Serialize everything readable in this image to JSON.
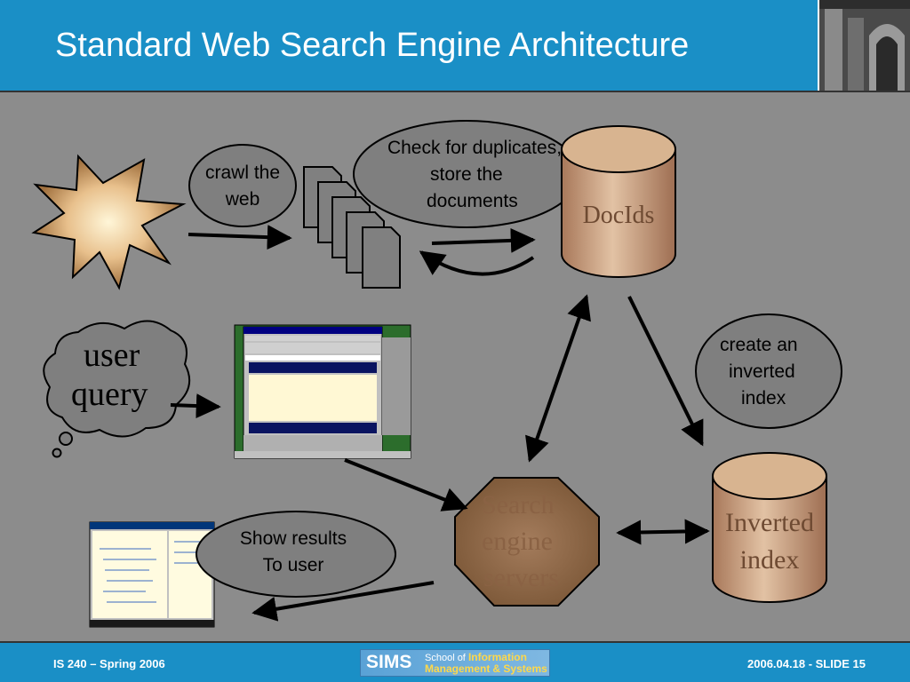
{
  "title": "Standard Web Search Engine Architecture",
  "nodes": {
    "crawl": "crawl the web",
    "check": [
      "Check for duplicates,",
      "store the",
      "documents"
    ],
    "docids": "DocIds",
    "user_query": [
      "user",
      "query"
    ],
    "create_index": [
      "create an",
      "inverted",
      "index"
    ],
    "search_servers": [
      "Search",
      "engine",
      "servers"
    ],
    "inverted_index": [
      "Inverted",
      "index"
    ],
    "show_results": [
      "Show results",
      "To user"
    ]
  },
  "footer": {
    "left": "IS 240 – Spring 2006",
    "right": "2006.04.18 - SLIDE 15",
    "logo_main": "SIMS",
    "logo_sub_1": "School of",
    "logo_sub_2": "Information",
    "logo_sub_3": "Management",
    "logo_sub_4": "& Systems"
  },
  "colors": {
    "background": "#1a8fc6",
    "panel": "#8c8c8c",
    "cylinder": "#c89a74",
    "ellipse": "#7f7f7f",
    "octagon": "#9e7656"
  }
}
